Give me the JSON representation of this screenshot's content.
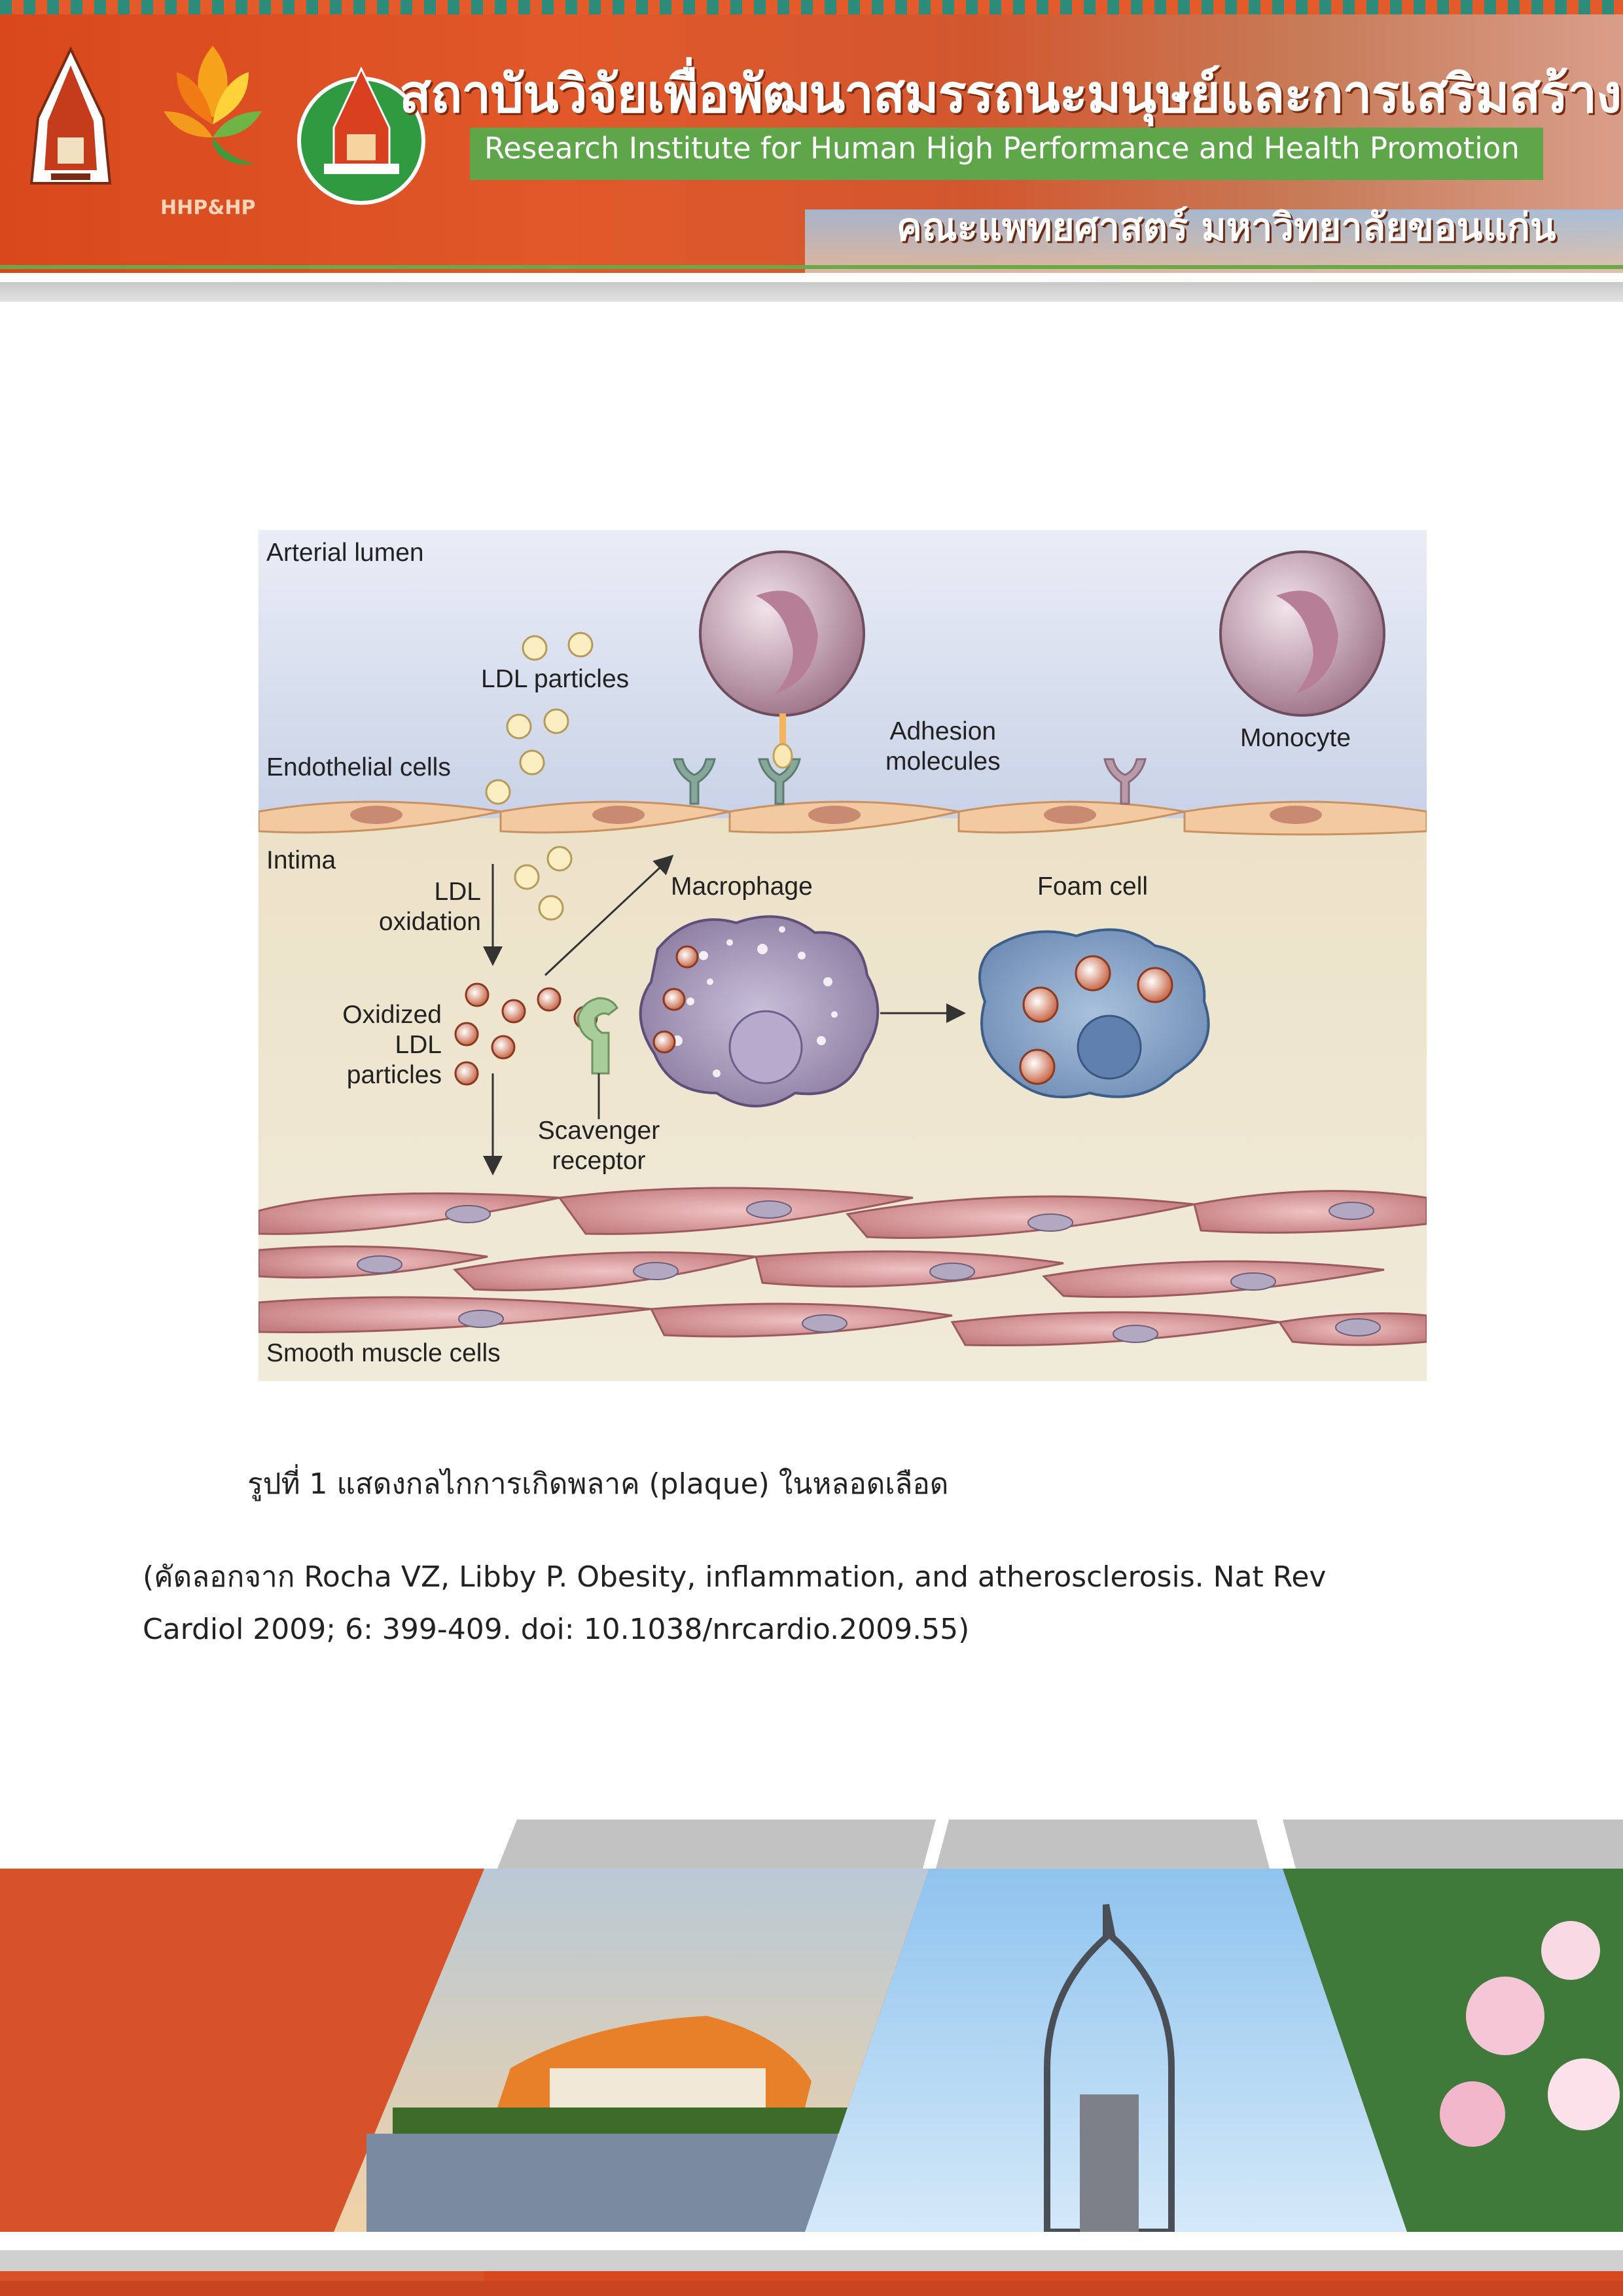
{
  "header": {
    "title_th": "สถาบันวิจัยเพื่อพัฒนาสมรรถนะมนุษย์และการเสริมสร้างสุขภาพ",
    "title_en": "Research Institute for Human High Performance and Health Promotion",
    "faculty_th": "คณะแพทยศาสตร์  มหาวิทยาลัยขอนแก่น",
    "logo_text": "HHP&HP",
    "colors": {
      "primary": "#d9481d",
      "accent_green": "#5fa54a"
    }
  },
  "figure": {
    "labels": {
      "arterial_lumen": "Arterial lumen",
      "ldl_particles": "LDL particles",
      "endothelial_cells": "Endothelial cells",
      "adhesion_line1": "Adhesion",
      "adhesion_line2": "molecules",
      "monocyte": "Monocyte",
      "intima": "Intima",
      "ldl_oxidation_line1": "LDL",
      "ldl_oxidation_line2": "oxidation",
      "macrophage": "Macrophage",
      "foam_cell": "Foam cell",
      "oxidized_line1": "Oxidized",
      "oxidized_line2": "LDL",
      "oxidized_line3": "particles",
      "scavenger_line1": "Scavenger",
      "scavenger_line2": "receptor",
      "smooth_muscle": "Smooth muscle cells"
    }
  },
  "caption": "รูปที่ 1 แสดงกลไกการเกิดพลาค (plaque) ในหลอดเลือด",
  "citation_line1": "(คัดลอกจาก Rocha VZ, Libby P. Obesity, inflammation, and atherosclerosis. Nat Rev",
  "citation_line2": "Cardiol 2009; 6: 399-409. doi: 10.1038/nrcardio.2009.55)"
}
